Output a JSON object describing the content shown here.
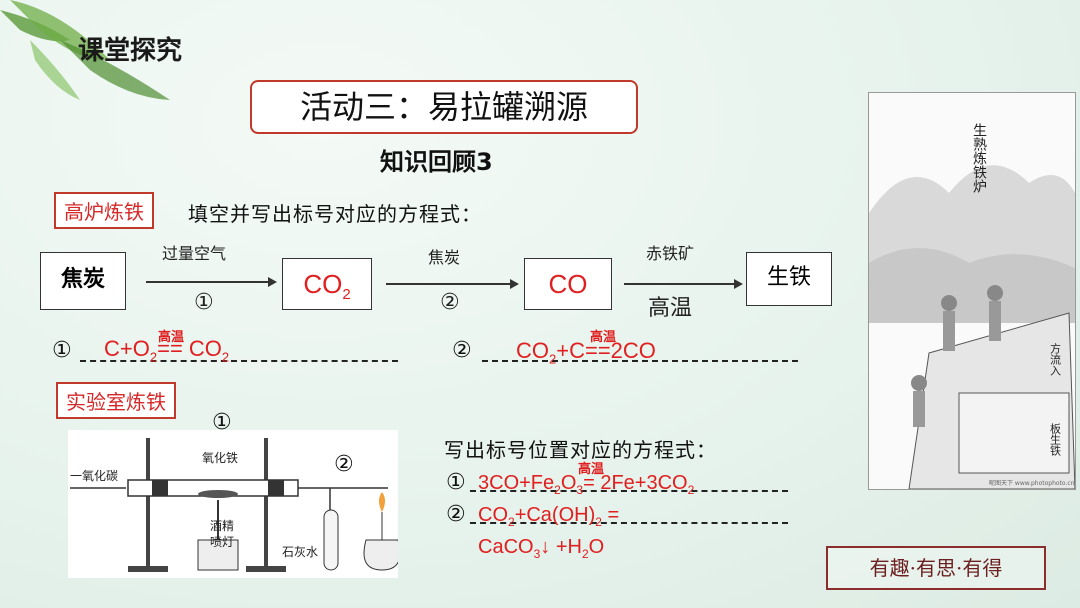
{
  "header": {
    "title": "课堂探究"
  },
  "activity_title": "活动三：易拉罐溯源",
  "knowledge_title": "知识回顾3",
  "section1": {
    "tag": "高炉炼铁",
    "instruction": "填空并写出标号对应的方程式：",
    "flow": {
      "box1": "焦炭",
      "arrow1_top": "过量空气",
      "arrow1_num": "①",
      "box2_main": "CO",
      "box2_sub": "2",
      "arrow2_top": "焦炭",
      "arrow2_num": "②",
      "box3": "CO",
      "arrow3_top": "赤铁矿",
      "arrow3_bottom": "高温",
      "box4": "生铁"
    },
    "eq1": {
      "num": "①",
      "cond": "高温",
      "text_a": "C+O",
      "sub_a": "2",
      "text_b": "== CO",
      "sub_b": "2"
    },
    "eq2": {
      "num": "②",
      "cond": "高温",
      "text_a": "CO",
      "sub_a": "2",
      "text_b": "+C==2CO"
    }
  },
  "section2": {
    "tag": "实验室炼铁",
    "diagram": {
      "num1": "①",
      "num2": "②",
      "label_co": "一氧化碳",
      "label_fe2o3": "氧化铁",
      "label_lamp": "酒精\n喷灯",
      "label_lime": "石灰水"
    },
    "instruction": "写出标号位置对应的方程式：",
    "eq1": {
      "num": "①",
      "cond": "高温",
      "p1": "3CO+Fe",
      "s1": "2",
      "p2": "O",
      "s2": "3",
      "p3": "= 2Fe+3CO",
      "s3": "2"
    },
    "eq2": {
      "num": "②",
      "p1": "CO",
      "s1": "2",
      "p2": "+Ca(OH)",
      "s2": "2",
      "p3": " =",
      "line2_a": "CaCO",
      "line2_s": "3",
      "line2_b": "↓ +H",
      "line2_s2": "2",
      "line2_c": "O"
    }
  },
  "painting": {
    "caption": "生熟炼铁炉",
    "side_text_1": "方流入",
    "side_text_2": "板生铁",
    "watermark": "昵图天下 www.photophoto.cn"
  },
  "stamp": "有趣·有思·有得",
  "colors": {
    "accent_red": "#e02020",
    "tag_border": "#c0392b"
  }
}
